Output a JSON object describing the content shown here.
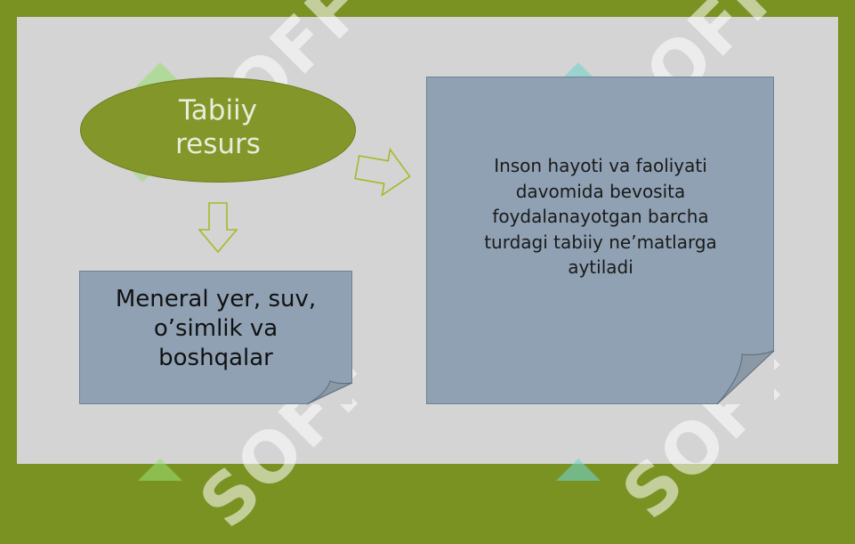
{
  "diagram": {
    "title_node": "Tabiiy resurs",
    "title_node_lines": [
      "Tabiiy",
      "resurs"
    ],
    "examples_node_lines": [
      "Meneral yer, suv,",
      "o’simlik va",
      "boshqalar"
    ],
    "definition_node_lines": [
      "Inson hayoti va faoliyati",
      "davomida bevosita",
      "foydalanayotgan barcha",
      "turdagi tabiiy ne’matlarga",
      "aytiladi"
    ]
  },
  "watermark": {
    "text": "SOFF"
  },
  "colors": {
    "frame": "#7a9222",
    "background": "#d4d4d4",
    "oval_fill": "#83962a",
    "box_fill": "#8fa1b3",
    "arrow_stroke": "#a8b825"
  }
}
